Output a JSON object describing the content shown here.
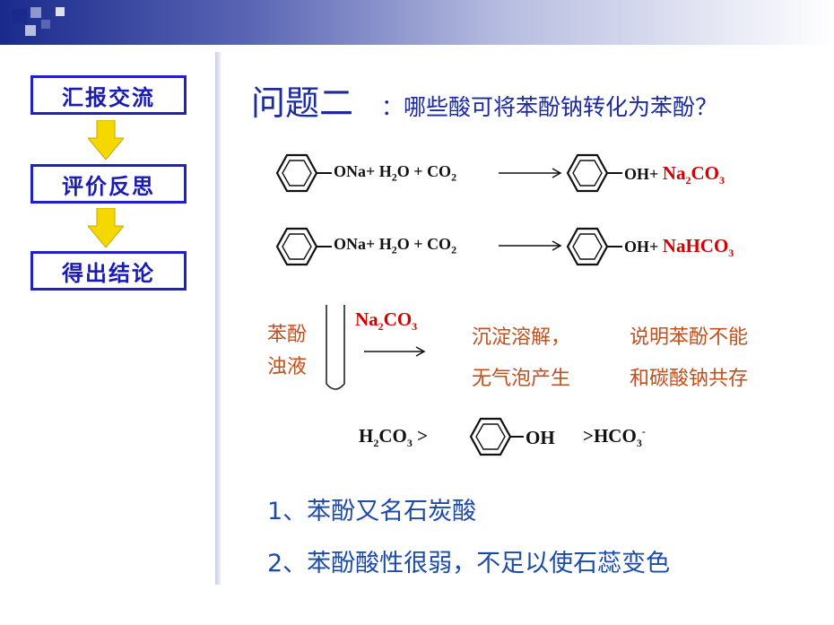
{
  "nav": {
    "items": [
      "汇报交流",
      "评价反思",
      "得出结论"
    ]
  },
  "slide": {
    "title": "问题二",
    "question": "：哪些酸可将苯酚钠转化为苯酚？"
  },
  "reactions": {
    "r1": {
      "reactant_group": "ONa",
      "plus1": "+",
      "h2o": [
        "H",
        "2",
        "O"
      ],
      "plus2": "+",
      "co2": [
        "CO",
        "2"
      ],
      "product_group": "OH",
      "plus3": "+",
      "salt": [
        "Na",
        "2",
        "CO",
        "3"
      ]
    },
    "r2": {
      "reactant_group": "ONa",
      "plus1": "+",
      "h2o": [
        "H",
        "2",
        "O"
      ],
      "plus2": "+",
      "co2": [
        "CO",
        "2"
      ],
      "product_group": "OH",
      "plus3": "+",
      "salt": "NaHCO3"
    }
  },
  "experiment": {
    "left_label": [
      "苯酚",
      "浊液"
    ],
    "reagent": [
      "Na",
      "2",
      "CO",
      "3"
    ],
    "observation": [
      "沉淀溶解，",
      "无气泡产生"
    ],
    "conclusion": [
      "说明苯酚不能",
      "和碳酸钠共存"
    ]
  },
  "acidity": {
    "left": [
      "H",
      "2",
      "CO",
      "3",
      " >"
    ],
    "phenol_group": "OH",
    "right": [
      ">HCO",
      "3",
      "-"
    ]
  },
  "points": [
    "1、苯酚又名石炭酸",
    "2、苯酚酸性很弱，不足以使石蕊变色"
  ],
  "colors": {
    "nav_blue": "#2020c8",
    "title_blue": "#1c2a9c",
    "highlight_red": "#d40000",
    "observation_orange": "#c0501c",
    "arrow_yellow": "#f5d800"
  }
}
